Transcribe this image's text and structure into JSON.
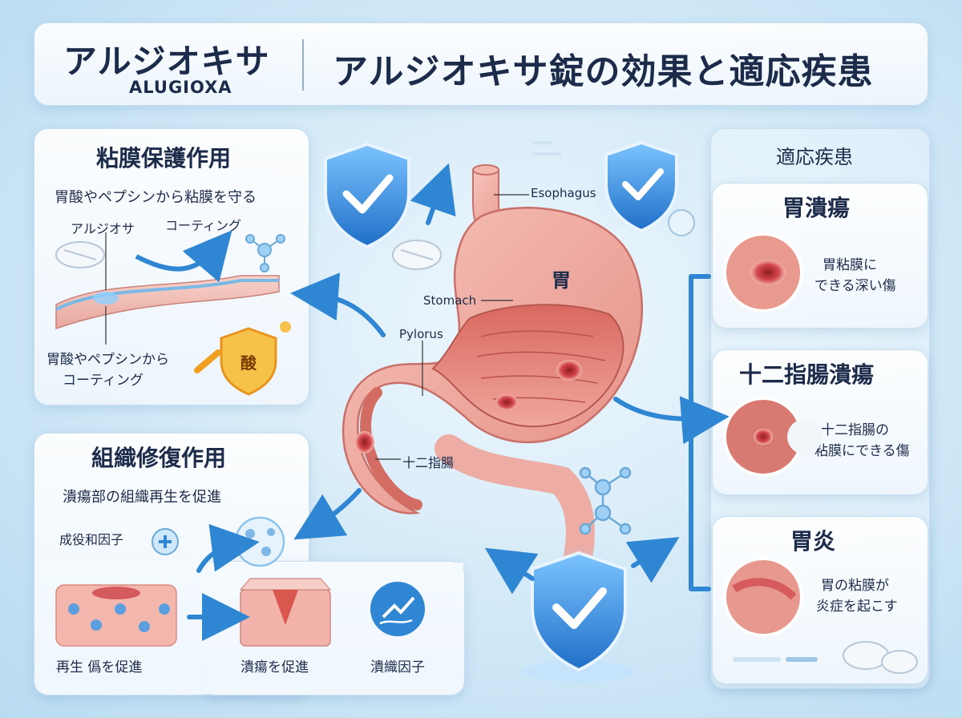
{
  "header": {
    "brand_jp": "アルジオキサ",
    "brand_en": "ALUGIOXA",
    "title": "アルジオキサ錠の効果と適応疾患"
  },
  "mucosa_panel": {
    "title": "粘膜保護作用",
    "subtitle": "胃酸やペプシンから粘膜を守る",
    "label_drug": "アルジオサ",
    "label_coating": "コーティング",
    "caption_line1": "胃酸やペプシンから",
    "caption_line2": "コーティング",
    "acid_label": "酸"
  },
  "repair_panel": {
    "title": "組織修復作用",
    "subtitle": "潰瘍部の組織再生を促進",
    "growth_factor": "成役和因子",
    "label_left": "再生 僞を促進",
    "label_mid": "潰瘍を促進",
    "label_right": "潰織因子"
  },
  "stomach": {
    "label_esophagus": "Esophagus",
    "label_stomach": "Stomach",
    "label_pylorus": "Pylorus",
    "label_stomach_jp": "胃",
    "label_duodenum_jp": "十二指腸"
  },
  "indications": {
    "title": "適応疾患",
    "items": [
      {
        "name": "胃潰瘍",
        "desc_line1": "胃粘膜に",
        "desc_line2": "できる深い傷"
      },
      {
        "name": "十二指腸潰瘍",
        "desc_line1": "十二指腸の",
        "desc_line2": "粘膜にできる傷"
      },
      {
        "name": "胃炎",
        "desc_line1": "胃の粘膜が",
        "desc_line2": "炎症を起こす"
      }
    ]
  },
  "colors": {
    "accent_blue": "#2f86d3",
    "navy_text": "#1d2b4a",
    "stomach_pink": "#eea49a",
    "ulcer_red": "#c8323a",
    "shield_blue": "#3a8fe0",
    "acid_orange": "#f0a020"
  },
  "icons": [
    "shield-check-icon",
    "tablet-icon",
    "molecule-icon",
    "arrow-icon",
    "plus-icon",
    "acid-shield-icon",
    "ulcer-icon",
    "tissue-block-icon",
    "cell-layer-icon",
    "regeneration-badge-icon"
  ]
}
